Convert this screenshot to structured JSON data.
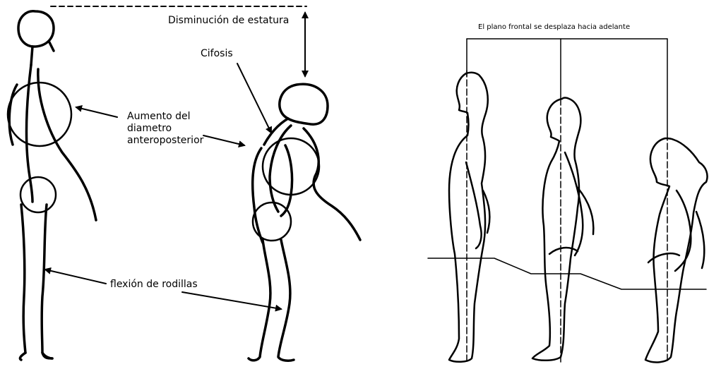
{
  "left_panel": {
    "label_height_loss": "Disminución de estatura",
    "label_kyphosis": "Cifosis",
    "label_ap_diameter": "Aumento del\ndiametro\nanteroposterior",
    "label_knee_flexion": "flexión de rodillas"
  },
  "right_panel": {
    "label_frontal_plane": "El plano frontal se desplaza hacia adelante"
  },
  "colors": {
    "ink": "#000000",
    "background": "#ffffff"
  }
}
